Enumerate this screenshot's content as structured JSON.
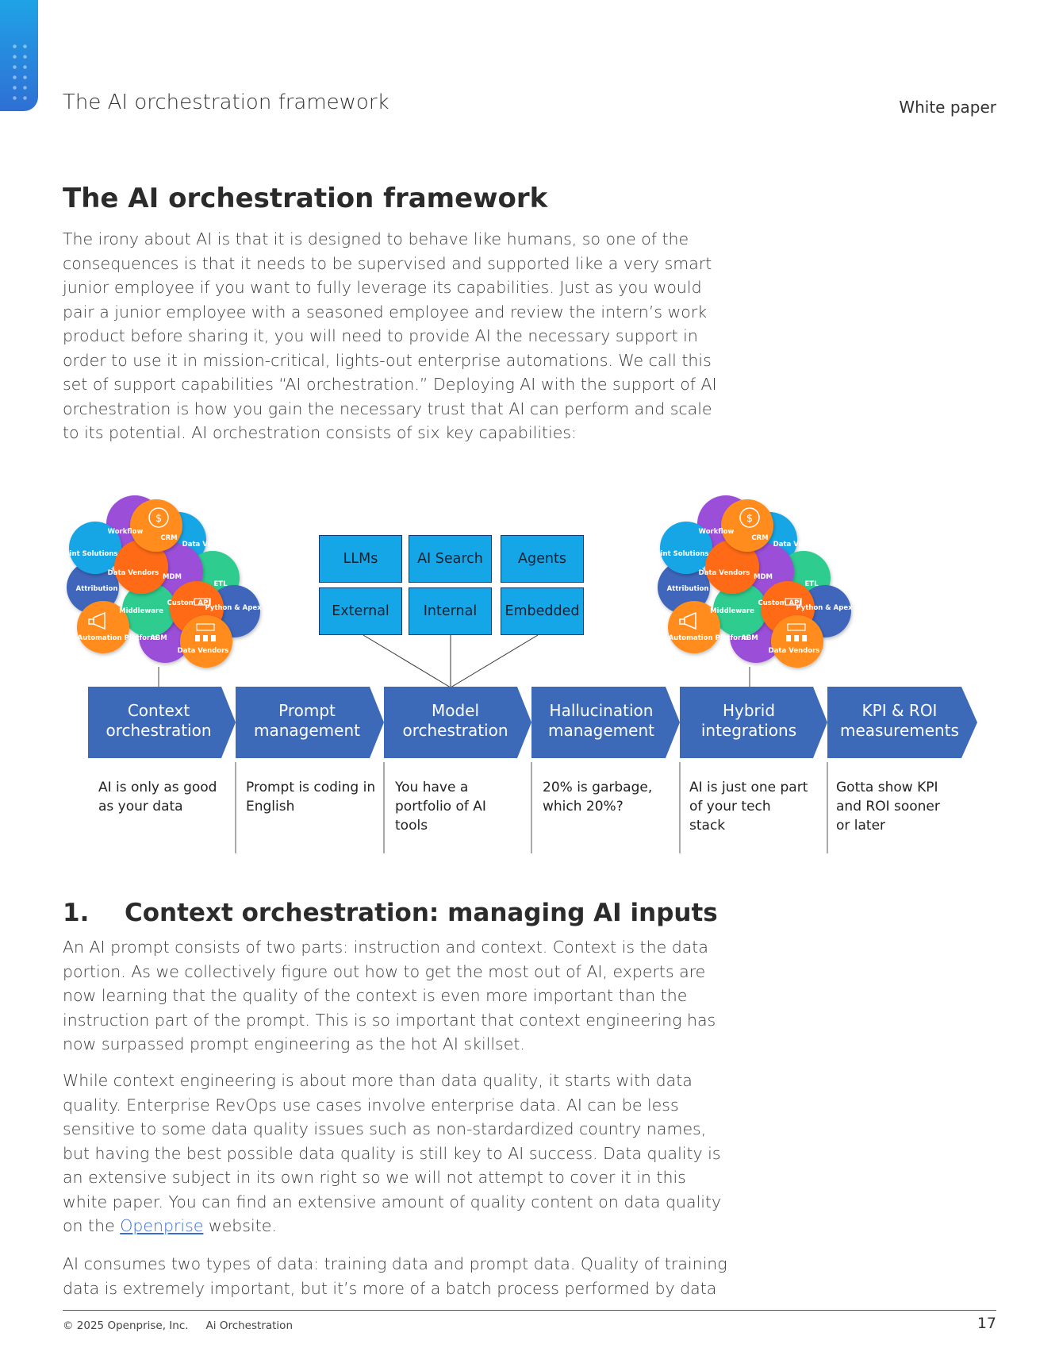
{
  "header": {
    "title": "The AI orchestration framework",
    "right": "White paper"
  },
  "section": {
    "title": "The AI orchestration framework",
    "intro": "The irony about AI is that it is designed to behave like humans, so one of the consequences is that it needs to be supervised and supported like a very smart junior employee if you want to fully leverage its capabilities. Just as you would pair a junior employee with a seasoned employee and review the intern’s work product before sharing it, you will need to provide AI the necessary support in order to use it in mission-critical, lights-out enterprise automations. We call this set of support capabilities “AI orchestration.” Deploying AI with the support of AI orchestration is how you gain the necessary trust that AI can perform and scale to its potential. AI orchestration consists of six key capabilities:"
  },
  "diagram": {
    "bubbles": [
      "Workflow",
      "CRM",
      "Data Vendors",
      "Point Solutions",
      "Data Vendors",
      "MDM",
      "ETL",
      "Attribution",
      "Middleware",
      "Custom API",
      "Python & Apex",
      "Marketing Automation Platform",
      "ABM",
      "Data Vendors"
    ],
    "tools": [
      "LLMs",
      "AI Search",
      "Agents",
      "External",
      "Internal",
      "Embedded"
    ],
    "steps": [
      {
        "line1": "Context",
        "line2": "orchestration",
        "quote": "AI is only as good as your data"
      },
      {
        "line1": "Prompt",
        "line2": "management",
        "quote": "Prompt is coding in English"
      },
      {
        "line1": "Model",
        "line2": "orchestration",
        "quote": "You have a portfolio of AI tools"
      },
      {
        "line1": "Hallucination",
        "line2": "management",
        "quote": "20% is garbage, which 20%?"
      },
      {
        "line1": "Hybrid",
        "line2": "integrations",
        "quote": "AI is just one part of your tech stack"
      },
      {
        "line1": "KPI & ROI",
        "line2": "measurements",
        "quote": "Gotta show KPI and ROI sooner or later"
      }
    ]
  },
  "subsection": {
    "number": "1.",
    "title": "Context orchestration: managing AI inputs",
    "p1": "An AI prompt consists of two parts: instruction and context. Context is the data portion. As we collectively figure out how to get the most out of AI, experts are now learning that the quality of the context is even more important than the instruction part of the prompt. This is so important that context engineering has now surpassed prompt engineering as the hot AI skillset.",
    "p2_before": "While context engineering is about more than data quality, it starts with data quality. Enterprise RevOps use cases involve enterprise data. AI can be less sensitive to some data quality issues such as non-stardardized country names, but having the best possible data quality is still key to AI success. Data quality is an extensive subject in its own right so we will not attempt to cover it in this white paper. You can find an extensive amount of quality content on data quality on the ",
    "p2_link": "Openprise",
    "p2_after": " website.",
    "p3": "AI consumes two types of data: training data and prompt data. Quality of training data is extremely important, but it’s more of a batch process performed by data"
  },
  "footer": {
    "copyright": "© 2025 Openprise, Inc.",
    "doc": "Ai Orchestration",
    "page": "17"
  }
}
